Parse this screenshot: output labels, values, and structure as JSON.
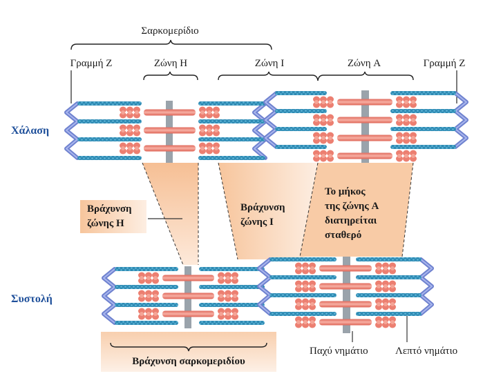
{
  "title": "Σαρκομερίδιο",
  "labels": {
    "z_line_left": "Γραμμή Z",
    "h_zone": "Ζώνη H",
    "i_zone": "Ζώνη I",
    "a_zone": "Ζώνη A",
    "z_line_right": "Γραμμή Z"
  },
  "states": {
    "relaxed": "Χάλαση",
    "contracted": "Συστολή"
  },
  "annotations": {
    "h_zone_shortening": [
      "Βράχυνση",
      "ζώνης H"
    ],
    "i_zone_shortening": [
      "Βράχυνση",
      "ζώνης  I"
    ],
    "a_zone_constant": [
      "Το μήκος",
      "της ζώνης A",
      "διατηρείται",
      "σταθερό"
    ],
    "sarcomere_shortening": "Βράχυνση σαρκομεριδίου"
  },
  "filaments": {
    "thick": "Παχύ νημάτιο",
    "thin": "Λεπτό νημάτιο"
  },
  "colors": {
    "thin_filament": "#2e8bb5",
    "thick_filament": "#e8786a",
    "z_disc": "#7b8fd6",
    "m_line": "#9aa3ab",
    "highlight": "#f7c9a3",
    "state_text": "#1e4f9a"
  }
}
